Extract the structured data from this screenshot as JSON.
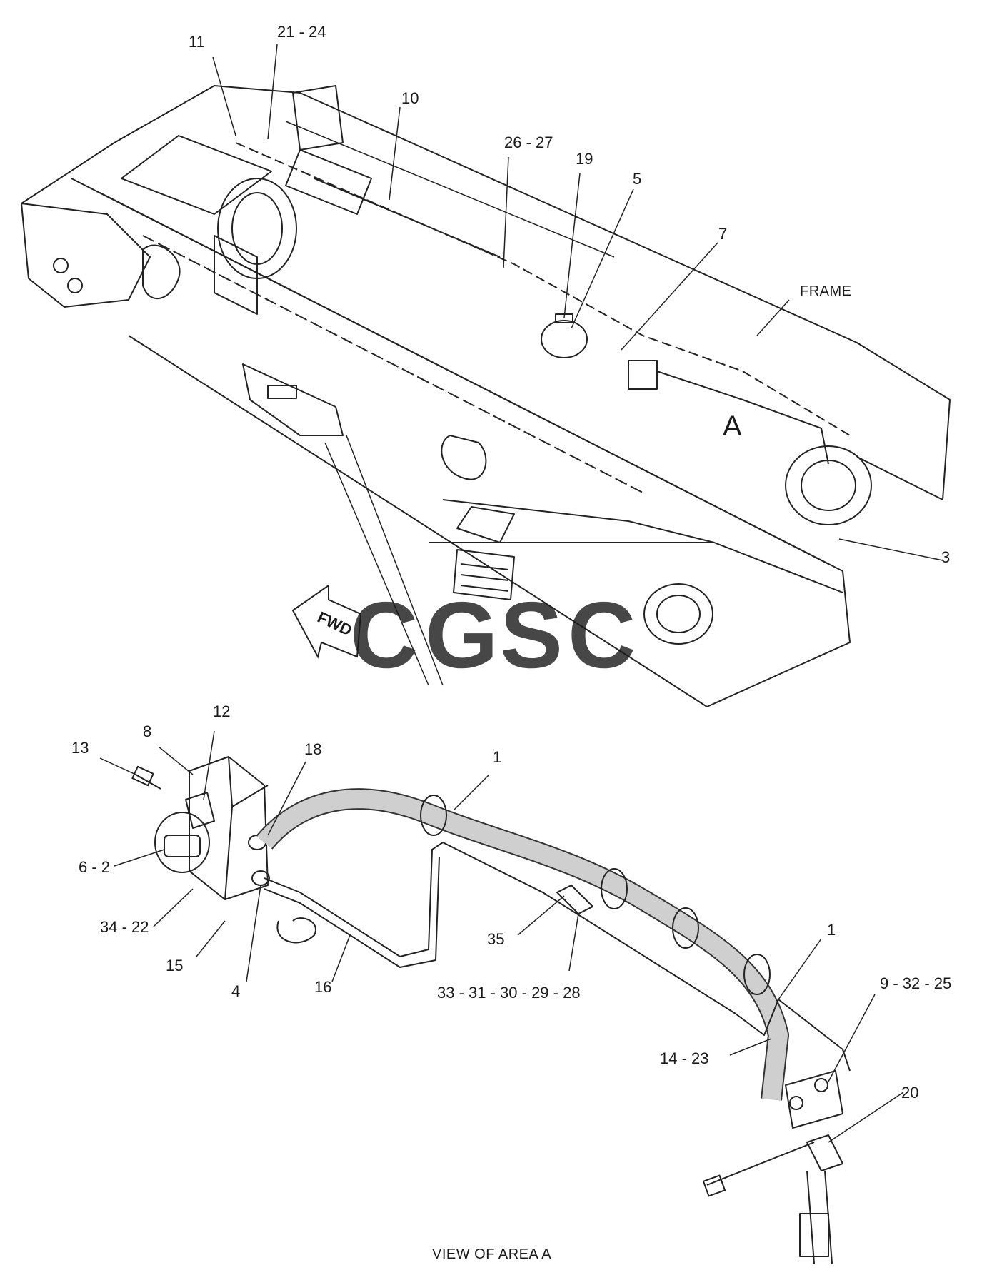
{
  "callouts": {
    "c11": "11",
    "c21_24": "21 - 24",
    "c10": "10",
    "c26_27": "26 - 27",
    "c19": "19",
    "c5": "5",
    "c7": "7",
    "c3": "3",
    "c12": "12",
    "c8": "8",
    "c13": "13",
    "c18": "18",
    "c1a": "1",
    "c1b": "1",
    "c6_2": "6 - 2",
    "c34_22": "34 - 22",
    "c15": "15",
    "c4": "4",
    "c16": "16",
    "c35": "35",
    "c33_28": "33 - 31 - 30 - 29 - 28",
    "c9_32_25": "9 - 32 - 25",
    "c14_23": "14 - 23",
    "c20": "20"
  },
  "labels": {
    "frame": "FRAME",
    "area": "A",
    "fwd": "FWD",
    "view": "VIEW OF AREA  A"
  },
  "watermark": {
    "letters": [
      "C",
      "G",
      "S",
      "C"
    ],
    "colors": [
      "#4f8ff7",
      "#e9534a",
      "#f7c948",
      "#35a76a"
    ]
  }
}
